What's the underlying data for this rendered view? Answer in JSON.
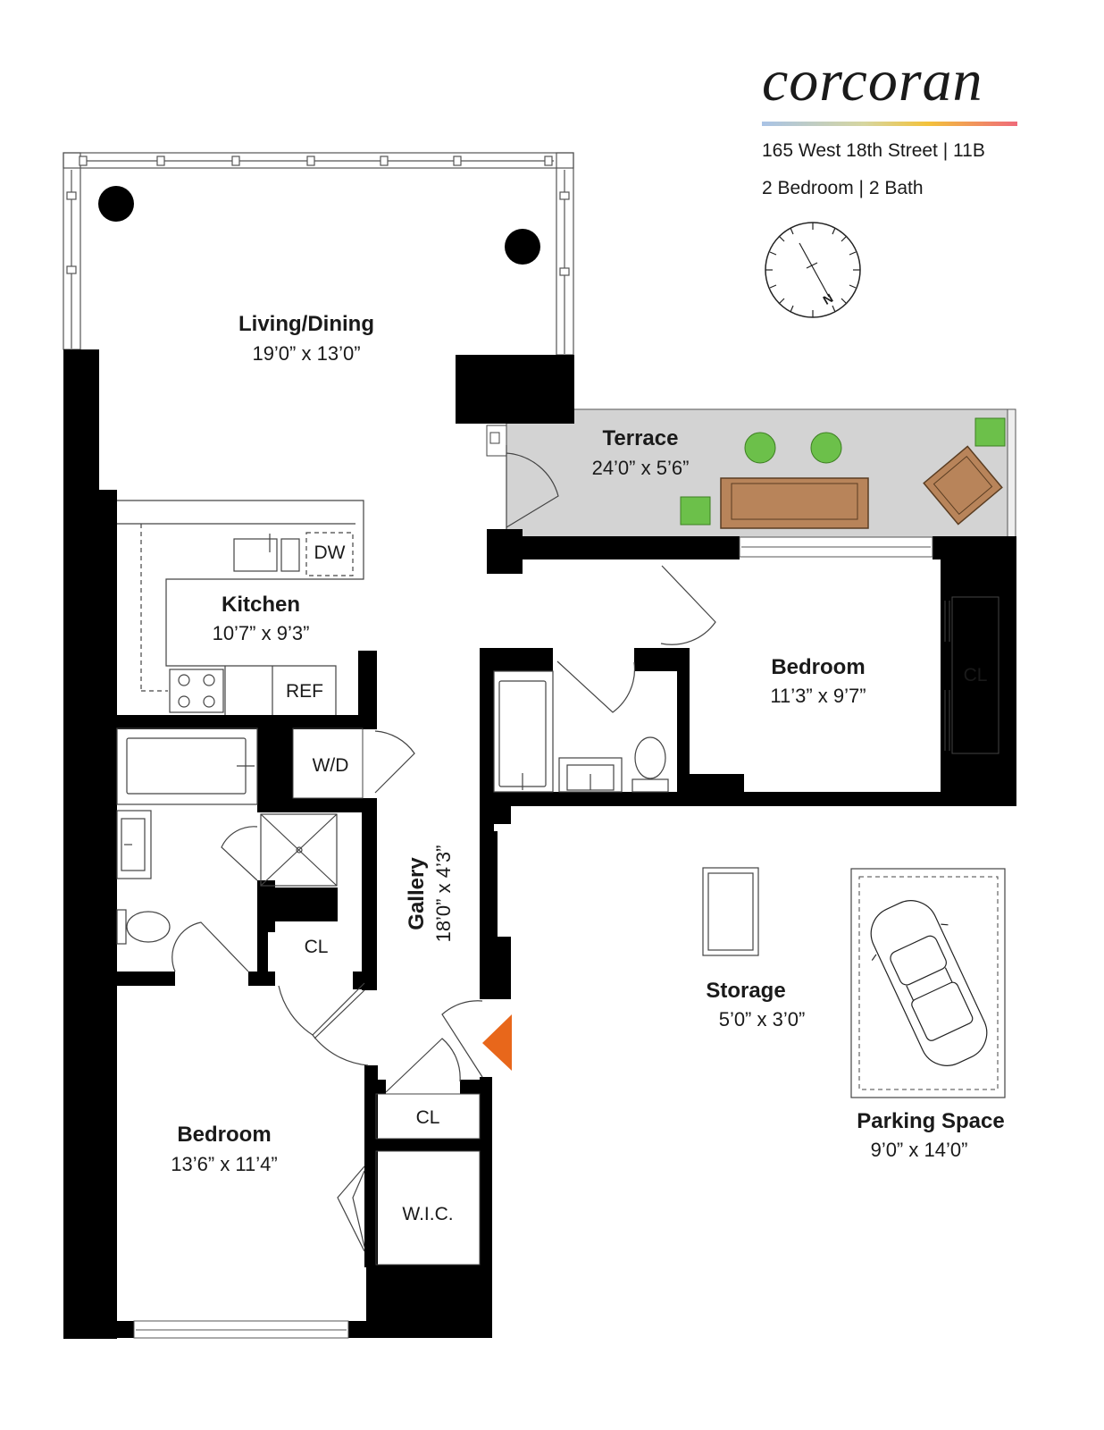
{
  "brand": {
    "name": "corcoran",
    "bar_colors": [
      "#a9c3e6",
      "#d6d6a0",
      "#f3c23b",
      "#ef6a7a"
    ]
  },
  "listing": {
    "address": "165 West 18th Street | 11B",
    "summary": "2 Bedroom | 2 Bath"
  },
  "compass": {
    "label": "N"
  },
  "rooms": {
    "living": {
      "name": "Living/Dining",
      "dims": "19’0” x 13’0”"
    },
    "terrace": {
      "name": "Terrace",
      "dims": "24’0” x 5’6”"
    },
    "kitchen": {
      "name": "Kitchen",
      "dims": "10’7” x 9’3”"
    },
    "bedroom_east": {
      "name": "Bedroom",
      "dims": "11’3” x 9’7”"
    },
    "gallery": {
      "name": "Gallery",
      "dims": "18’0” x 4’3”"
    },
    "bedroom_south": {
      "name": "Bedroom",
      "dims": "13’6” x 11’4”"
    },
    "storage": {
      "name": "Storage",
      "dims": "5’0” x 3’0”"
    },
    "parking": {
      "name": "Parking Space",
      "dims": "9’0” x 14’0”"
    }
  },
  "fixtures": {
    "dw": "DW",
    "ref": "REF",
    "wd": "W/D",
    "cl_east": "CL",
    "cl_hall": "CL",
    "cl_bedroom": "CL",
    "wic": "W.I.C."
  },
  "colors": {
    "wall": "#000000",
    "terrace_floor": "#d3d3d3",
    "planter": "#6cc04a",
    "furniture": "#b8845a",
    "entry_marker": "#e8671b"
  }
}
